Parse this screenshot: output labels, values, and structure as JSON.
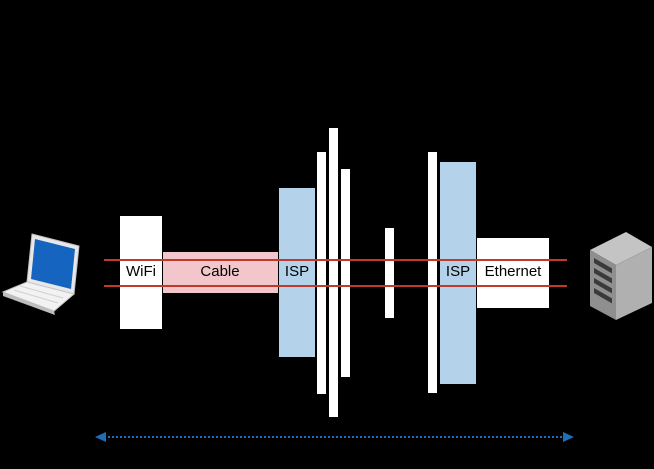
{
  "diagram": {
    "segments": {
      "wifi": "WiFi",
      "cable": "Cable",
      "isp_left": "ISP",
      "isp_right": "ISP",
      "ethernet": "Ethernet"
    },
    "colors": {
      "background": "#000000",
      "hop_box": "#ffffff",
      "cable_fill": "#f2c6cb",
      "isp_fill": "#b4d3ea",
      "route_line": "#c0392b",
      "span_arrow": "#1c6fb8"
    },
    "icons": {
      "client": "laptop-icon",
      "server": "server-tower-icon"
    }
  }
}
